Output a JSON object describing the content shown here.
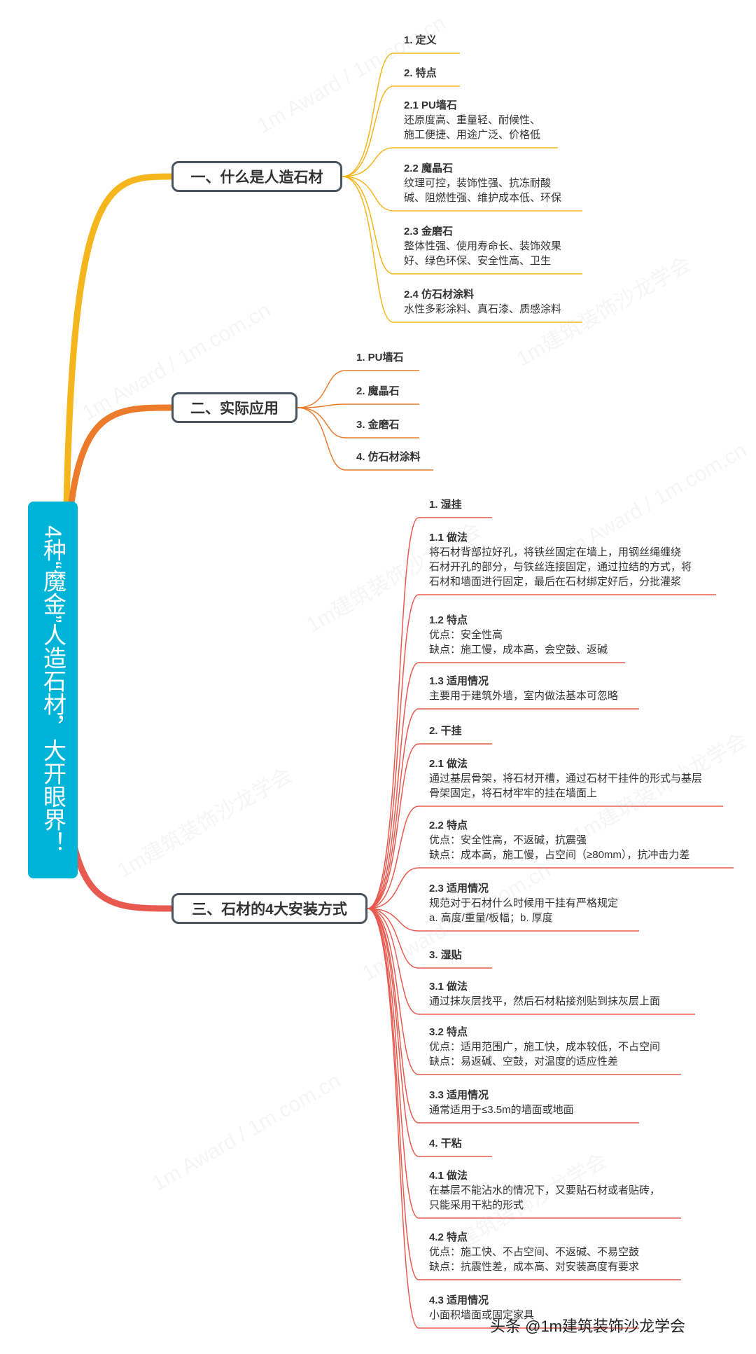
{
  "root": {
    "title": "4种“魔金”人造石材，大开眼界！"
  },
  "colors": {
    "root": "#00b4d8",
    "b1": "#f5b51c",
    "b2": "#ec7b2c",
    "b3": "#e85a4f"
  },
  "branches": [
    {
      "label": "一、什么是人造石材",
      "items": [
        {
          "t": "1. 定义"
        },
        {
          "t": "2. 特点"
        },
        {
          "t": "2.1 PU墙石",
          "lines": [
            "还原度高、重量轻、耐候性、",
            "施工便捷、用途广泛、价格低"
          ]
        },
        {
          "t": "2.2 魔晶石",
          "lines": [
            "纹理可控，装饰性强、抗冻耐酸",
            "碱、阻燃性强、维护成本低、环保"
          ]
        },
        {
          "t": "2.3 金磨石",
          "lines": [
            "整体性强、使用寿命长、装饰效果",
            "好、绿色环保、安全性高、卫生"
          ]
        },
        {
          "t": "2.4 仿石材涂料",
          "lines": [
            "水性多彩涂料、真石漆、质感涂料"
          ]
        }
      ]
    },
    {
      "label": "二、实际应用",
      "items": [
        {
          "t": "1. PU墙石"
        },
        {
          "t": "2. 魔晶石"
        },
        {
          "t": "3. 金磨石"
        },
        {
          "t": "4. 仿石材涂料"
        }
      ]
    },
    {
      "label": "三、石材的4大安装方式",
      "items": [
        {
          "t": "1. 湿挂"
        },
        {
          "t": "1.1 做法",
          "lines": [
            "将石材背部拉好孔，将铁丝固定在墙上，用钢丝绳缠绕",
            "石材开孔的部分，与铁丝连接固定，通过拉结的方式，将",
            "石材和墙面进行固定，最后在石材绑定好后，分批灌浆"
          ]
        },
        {
          "t": "1.2 特点",
          "lines": [
            "优点：安全性高",
            "缺点：施工慢，成本高，会空鼓、返碱"
          ]
        },
        {
          "t": "1.3 适用情况",
          "lines": [
            "主要用于建筑外墙，室内做法基本可忽略"
          ]
        },
        {
          "t": "2. 干挂"
        },
        {
          "t": "2.1 做法",
          "lines": [
            "通过基层骨架，将石材开槽，通过石材干挂件的形式与基层",
            "骨架固定，将石材牢牢的挂在墙面上"
          ]
        },
        {
          "t": "2.2 特点",
          "lines": [
            "优点：安全性高，不返碱，抗震强",
            "缺点：成本高，施工慢，占空间（≥80mm），抗冲击力差"
          ]
        },
        {
          "t": "2.3 适用情况",
          "lines": [
            "规范对于石材什么时候用干挂有严格规定",
            "a. 高度/重量/板幅；b. 厚度"
          ]
        },
        {
          "t": "3. 湿贴"
        },
        {
          "t": "3.1 做法",
          "lines": [
            "通过抹灰层找平，然后石材粘接剂贴到抹灰层上面"
          ]
        },
        {
          "t": "3.2 特点",
          "lines": [
            "优点：适用范围广，施工快，成本较低，不占空间",
            "缺点：易返碱、空鼓，对温度的适应性差"
          ]
        },
        {
          "t": "3.3 适用情况",
          "lines": [
            "通常适用于≤3.5m的墙面或地面"
          ]
        },
        {
          "t": "4. 干粘"
        },
        {
          "t": "4.1 做法",
          "lines": [
            "在基层不能沾水的情况下，又要贴石材或者贴砖，",
            "只能采用干粘的形式"
          ]
        },
        {
          "t": "4.2 特点",
          "lines": [
            "优点：施工快、不占空间、不返碱、不易空鼓",
            "缺点：抗震性差，成本高、对安装高度有要求"
          ]
        },
        {
          "t": "4.3 适用情况",
          "lines": [
            "小面积墙面或固定家具"
          ]
        }
      ]
    }
  ],
  "watermarks": [
    "1m Award / 1m.com.cn",
    "1m建筑装饰沙龙学会"
  ],
  "brand": "头条 @1m建筑装饰沙龙学会"
}
